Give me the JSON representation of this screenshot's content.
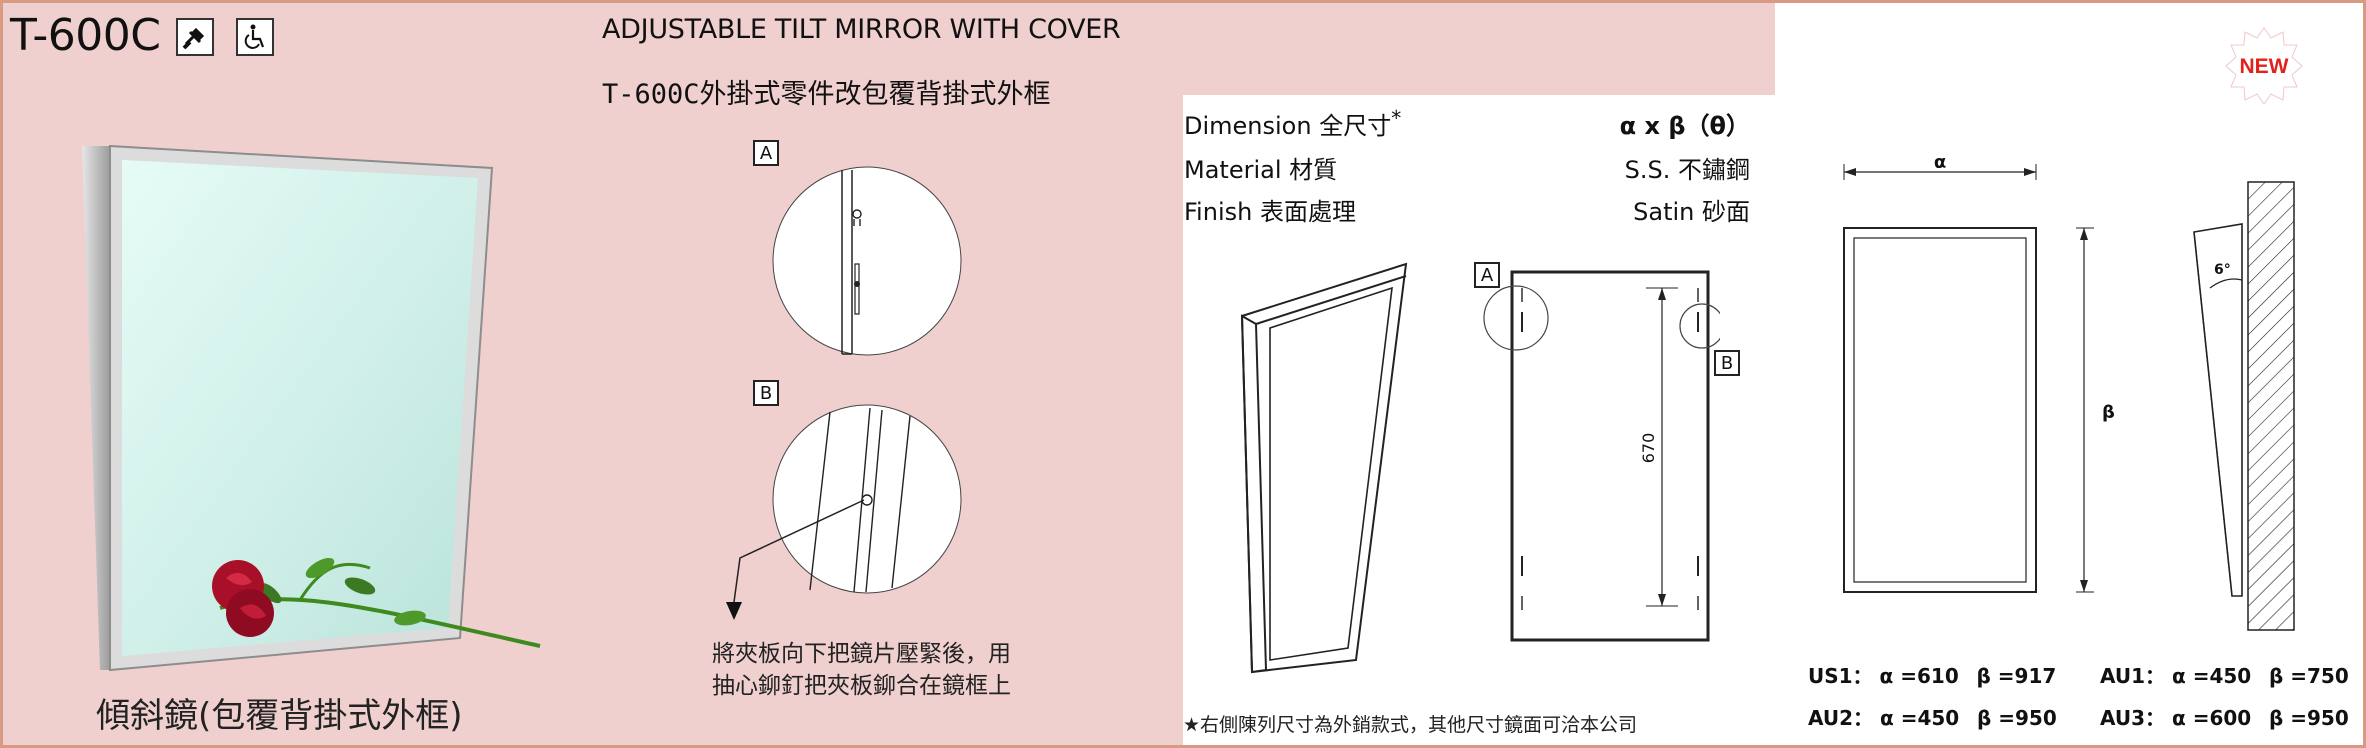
{
  "product": {
    "model": "T-600C",
    "title_en": "ADJUSTABLE TILT MIRROR WITH COVER",
    "title_zh": "T-600C外掛式零件改包覆背掛式外框",
    "caption_zh": "傾斜鏡(包覆背掛式外框)",
    "icons": [
      "screw-mount-icon",
      "wheelchair-accessible-icon"
    ]
  },
  "details": {
    "label_a": "A",
    "label_b": "B",
    "note_line1": "將夾板向下把鏡片壓緊後，用",
    "note_line2": "抽心鉚釘把夾板鉚合在鏡框上"
  },
  "specs": {
    "dimension_label": "Dimension 全尺寸",
    "dimension_star": "*",
    "dimension_value": "α x β（θ）",
    "material_label": "Material 材質",
    "material_value": "S.S. 不鏽鋼",
    "finish_label": "Finish 表面處理",
    "finish_value": "Satin 砂面"
  },
  "drawings": {
    "label_a": "A",
    "label_b": "B",
    "height_dim": "670",
    "alpha": "α",
    "beta": "β",
    "tilt_angle": "6°"
  },
  "sizes": [
    {
      "name": "US1：",
      "alpha": "α =610",
      "beta": "β =917"
    },
    {
      "name": "AU1：",
      "alpha": "α =450",
      "beta": "β =750"
    },
    {
      "name": "AU2：",
      "alpha": "α =450",
      "beta": "β =950"
    },
    {
      "name": "AU3：",
      "alpha": "α =600",
      "beta": "β =950"
    }
  ],
  "footnote": "右側陳列尺寸為外銷款式，其他尺寸鏡面可洽本公司",
  "new_badge": "NEW",
  "colors": {
    "pink_background": "#efd0cf",
    "border": "#d89a82",
    "new_badge": "#e0231d",
    "mirror_glass": "#cfeee6"
  }
}
